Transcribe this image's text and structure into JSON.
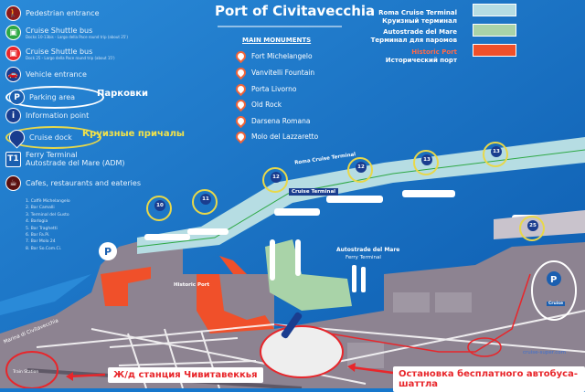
{
  "title": "Port of Civitavecchia",
  "main_monuments": {
    "heading": "MAIN MONUMENTS",
    "items": [
      "Fort Michelangelo",
      "Vanvitelli Fountain",
      "Porta Livorno",
      "Old Rock",
      "Darsena Romana",
      "Molo del Lazzaretto"
    ]
  },
  "legend": [
    {
      "label": "Pedestrian entrance",
      "icon": "pedestrian-icon",
      "color": "#8b1a1a"
    },
    {
      "label": "Cruise Shuttle bus",
      "sub": "Docks 10-13bis - Largo della Pace round trip (about 25')",
      "icon": "bus-icon",
      "color": "#2da844"
    },
    {
      "label": "Cruise Shuttle bus",
      "sub": "Dock 25 - Largo della Pace round trip (about 15')",
      "icon": "bus-icon",
      "color": "#e8262b"
    },
    {
      "label": "Vehicle entrance",
      "icon": "car-icon",
      "color": "#1a3d8f"
    },
    {
      "label": "Parking area",
      "icon": "parking-icon",
      "color": "#1a5fb0",
      "note": "Парковки"
    },
    {
      "label": "Information point",
      "icon": "info-icon",
      "color": "#1a3d8f"
    },
    {
      "label": "Cruise dock",
      "icon": "dock-pin-icon",
      "color": "#1a3d8f",
      "note": "Круизные причалы"
    },
    {
      "label": "Ferry Terminal",
      "label2": "Autostrade del Mare (ADM)",
      "icon": "T1",
      "color": "#1a5fb0"
    },
    {
      "label": "Cafes, restaurants and eateries",
      "icon": "cafe-icon",
      "color": "#5a1010"
    }
  ],
  "cafes": [
    "1. Caffè Michelangelo",
    "2. Bar Camalli",
    "3. Terminal del Gusto",
    "4. Barlogia",
    "5. Bar Traghetti",
    "6. Bar Fa.Pi.",
    "7. Bar Molo 24",
    "8. Bar So.Com.Ci."
  ],
  "areas": [
    {
      "name": "Roma Cruise Terminal",
      "ru": "Круизный терминал",
      "color": "#b6dde3"
    },
    {
      "name": "Autostrade del Mare",
      "ru": "Терминал для паромов",
      "color": "#a9d3a8"
    },
    {
      "name": "Historic Port",
      "ru": "Исторический порт",
      "color": "#f0502a"
    }
  ],
  "docks": [
    "10",
    "11",
    "12",
    "12",
    "13",
    "13",
    "25"
  ],
  "map_labels": {
    "roma_cruise_terminal": "Roma Cruise Terminal",
    "cruise_terminal": "Cruise Terminal",
    "autostrade": "Autostrade del Mare",
    "ferry_terminal": "Ferry Terminal",
    "historic_port": "Historic Port",
    "marina": "Marina di Civitavecchia",
    "train_station": "Train Station",
    "cruise_parking": "Cruise",
    "watermark": "cruise-super.com"
  },
  "callouts": {
    "train": "Ж/д станция Чивитавеккья",
    "shuttle": "Остановка бесплатного автобуса-шаттла"
  }
}
